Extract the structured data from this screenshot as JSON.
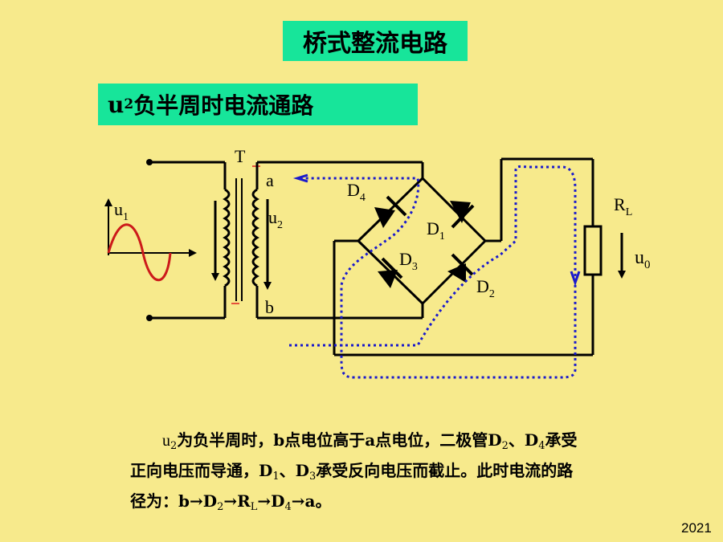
{
  "colors": {
    "background": "#f7ea8c",
    "title_bg": "#17e59a",
    "wire": "#000000",
    "current_path": "#1a1acc",
    "sine": "#cc1a1a",
    "marker": "#e02020"
  },
  "title": "桥式整流电路",
  "subtitle": {
    "main": "u",
    "sub": "2",
    "rest": "负半周时电流通路"
  },
  "diagram": {
    "transformer": "T",
    "node_a": "a",
    "node_b": "b",
    "u1": {
      "main": "u",
      "sub": "1"
    },
    "u2": {
      "main": "u",
      "sub": "2"
    },
    "d1": {
      "main": "D",
      "sub": "1"
    },
    "d2": {
      "main": "D",
      "sub": "2"
    },
    "d3": {
      "main": "D",
      "sub": "3"
    },
    "d4": {
      "main": "D",
      "sub": "4"
    },
    "rl": {
      "main": "R",
      "sub": "L"
    },
    "u0": {
      "main": "u",
      "sub": "0"
    }
  },
  "description": {
    "p1": "u",
    "p1_sub": "2",
    "p2": "为负半周时，b点电位高于a点电位，二极管D",
    "p2_sub": "2",
    "p3": "、D",
    "p3_sub": "4",
    "p4": "承受",
    "line2_a": "正向电压而导通，D",
    "line2_sub1": "1",
    "line2_b": "、D",
    "line2_sub2": "3",
    "line2_c": "承受反向电压而截止。此时电流的路",
    "line3_a": "径为：b→D",
    "line3_sub1": "2",
    "line3_b": "→R",
    "line3_sub2": "L",
    "line3_c": "→D",
    "line3_sub3": "4",
    "line3_d": "→a。"
  },
  "footer_year": "2021"
}
